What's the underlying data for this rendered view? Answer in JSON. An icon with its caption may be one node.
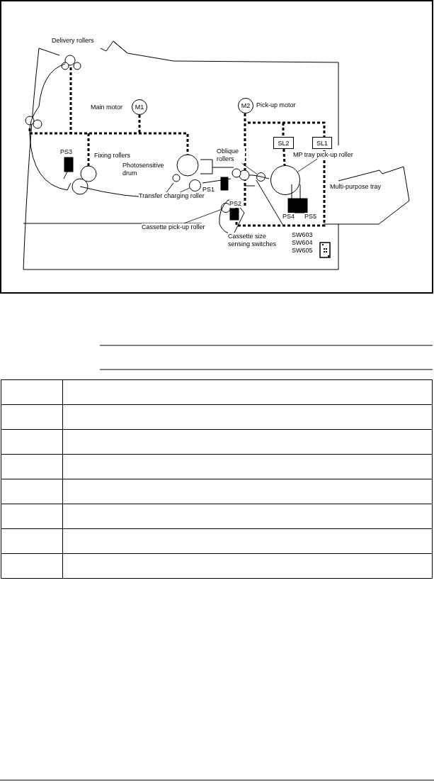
{
  "diagram": {
    "nodes": [
      {
        "text": [
          "M1"
        ],
        "beside": [
          "Main motor"
        ]
      },
      {
        "text": [
          "M2"
        ],
        "beside": [
          "Pick-up motor"
        ]
      },
      {
        "text": [
          "SL2"
        ]
      },
      {
        "text": [
          "SL1"
        ]
      },
      {
        "text": [
          "Transfer charging roller"
        ]
      },
      {
        "text": [],
        "shape": "circle"
      },
      {
        "text": [
          "Cassette pick-up roller"
        ]
      },
      {
        "text": [],
        "shape": "circle"
      },
      {
        "text": [
          "Oblique rollers"
        ]
      },
      {
        "text": [],
        "shape": "circle"
      },
      {
        "text": [
          "MP tray pick-up roller"
        ]
      },
      {
        "text": [],
        "shape": "circle"
      }
    ],
    "edges": [
      {
        "from": 4,
        "to": 5,
        "arrow": "none"
      },
      {
        "from": 6,
        "to": 7,
        "arrow": "none"
      },
      {
        "from": 8,
        "to": 9,
        "arrow": "none"
      },
      {
        "from": 10,
        "to": 11,
        "arrow": "none"
      },
      {
        "from": 2,
        "to": 11,
        "arrow": "none",
        "style": "dashed"
      }
    ],
    "labels": [
      "Delivery rollers",
      "PS3",
      "Fixing rollers",
      "Photosensitive drum",
      "PS1",
      "PS2",
      "Multi-purpose tray",
      "PS4",
      "PS5",
      "Cassette size sensing switches",
      "SW603",
      "SW604",
      "SW605"
    ]
  }
}
